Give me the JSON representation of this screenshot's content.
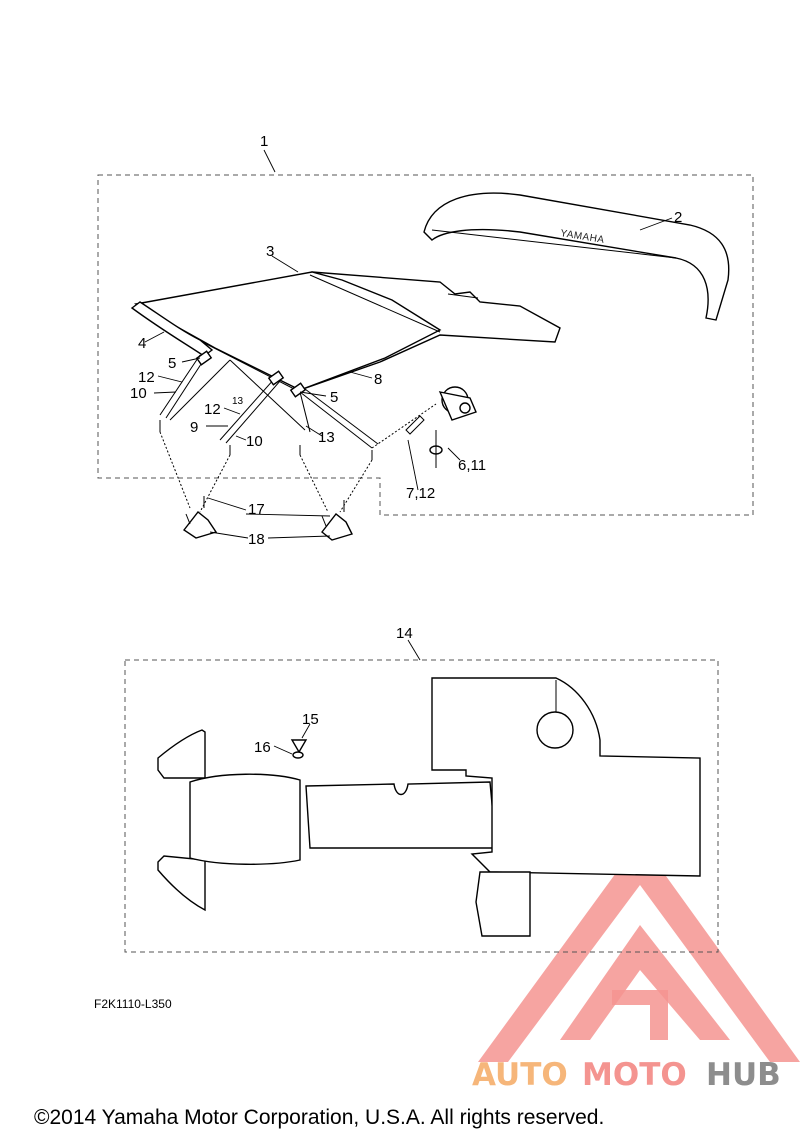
{
  "callouts": {
    "c1": "1",
    "c2": "2",
    "c3": "3",
    "c4": "4",
    "c5a": "5",
    "c5b": "5",
    "c12a": "12",
    "c10a": "10",
    "c13a": "13",
    "c12b": "12",
    "c9": "9",
    "c10b": "10",
    "c13b": "13",
    "c8": "8",
    "c6_11": "6,11",
    "c7_12": "7,12",
    "c17": "17",
    "c18": "18",
    "c14": "14",
    "c15": "15",
    "c16": "16"
  },
  "brand_on_part": "YAMAHA",
  "diagram_code": "F2K1110-L350",
  "copyright": "©2014 Yamaha Motor Corporation, U.S.A. All rights reserved.",
  "watermark": {
    "part1": "AUTO",
    "part2": "MOTO",
    "part3": "HUB",
    "colors": {
      "orange": "#f6b67a",
      "red": "#f49490",
      "gray": "#8d8d8d"
    }
  }
}
